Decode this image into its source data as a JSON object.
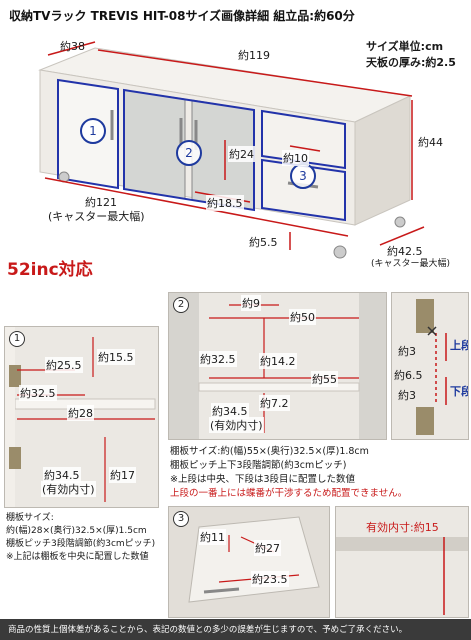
{
  "header": {
    "title": "収納TVラック TREVIS HIT-08サイズ画像詳細 組立品:約60分",
    "unit": "サイズ単位:cm",
    "thickness": "天板の厚み:約2.5"
  },
  "top": {
    "d38": "約38",
    "w119": "約119",
    "h44": "約44",
    "h24": "約24",
    "w10": "約10",
    "w18_5": "約18.5",
    "w121": "約121",
    "w121_note": "(キャスター最大幅)",
    "h5_5": "約5.5",
    "d42_5": "約42.5",
    "d42_5_note": "(キャスター最大幅)",
    "tv_size": "52inc対応",
    "circle1": "1",
    "circle2": "2",
    "circle3": "3"
  },
  "p1": {
    "num": "1",
    "h15_5": "約15.5",
    "w25_5": "約25.5",
    "w32_5": "約32.5",
    "w28": "約28",
    "h34_5": "約34.5",
    "h34_5_note": "(有効内寸)",
    "h17": "約17",
    "spec_title": "棚板サイズ:",
    "spec_line1": "約(幅)28×(奥行)32.5×(厚)1.5cm",
    "spec_line2": "棚板ピッチ3段階調節(約3cmピッチ)",
    "spec_note": "※上記は棚板を中央に配置した数値"
  },
  "p2": {
    "num": "2",
    "w9": "約9",
    "w50": "約50",
    "d32_5": "約32.5",
    "h14_2": "約14.2",
    "w55": "約55",
    "h34_5": "約34.5",
    "h34_5_note": "(有効内寸)",
    "h7_2": "約7.2",
    "spec_line1": "棚板サイズ:約(幅)55×(奥行)32.5×(厚)1.8cm",
    "spec_line2": "棚板ピッチ上下3段階調節(約3cmピッチ)",
    "spec_line3": "※上段は中央、下段は3段目に配置した数値",
    "warning": "上段の一番上には蝶番が干渉するため配置できません。"
  },
  "hinge": {
    "h3a": "約3",
    "h6_5": "約6.5",
    "h3b": "約3",
    "upper": "上段",
    "lower": "下段"
  },
  "p3": {
    "num": "3",
    "w11": "約11",
    "d27": "約27",
    "w23_5": "約23.5"
  },
  "p4": {
    "h15": "有効内寸:約15"
  },
  "footer": {
    "note": "商品の性質上個体差があることから、表記の数値との多少の誤差が生じますので、予めご了承ください。"
  },
  "colors": {
    "blue": "#1e3a9e",
    "red": "#c81919",
    "footer_bg": "#3a3a3a"
  }
}
